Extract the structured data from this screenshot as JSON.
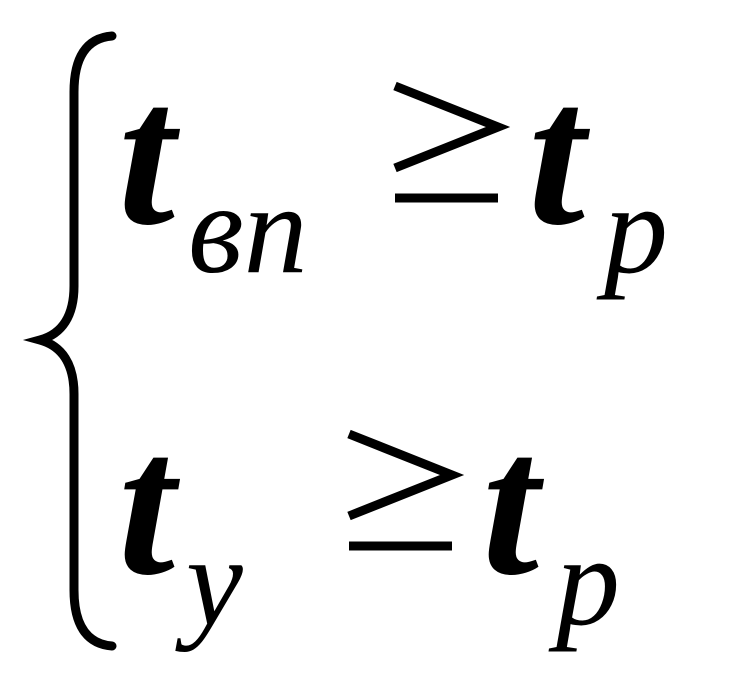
{
  "system": {
    "rows": [
      {
        "lhs_base": "t",
        "lhs_sub": "вп",
        "relation": "≥",
        "rhs_base": "t",
        "rhs_sub": "р"
      },
      {
        "lhs_base": "t",
        "lhs_sub": "у",
        "relation": "≥",
        "rhs_base": "t",
        "rhs_sub": "р"
      }
    ]
  }
}
